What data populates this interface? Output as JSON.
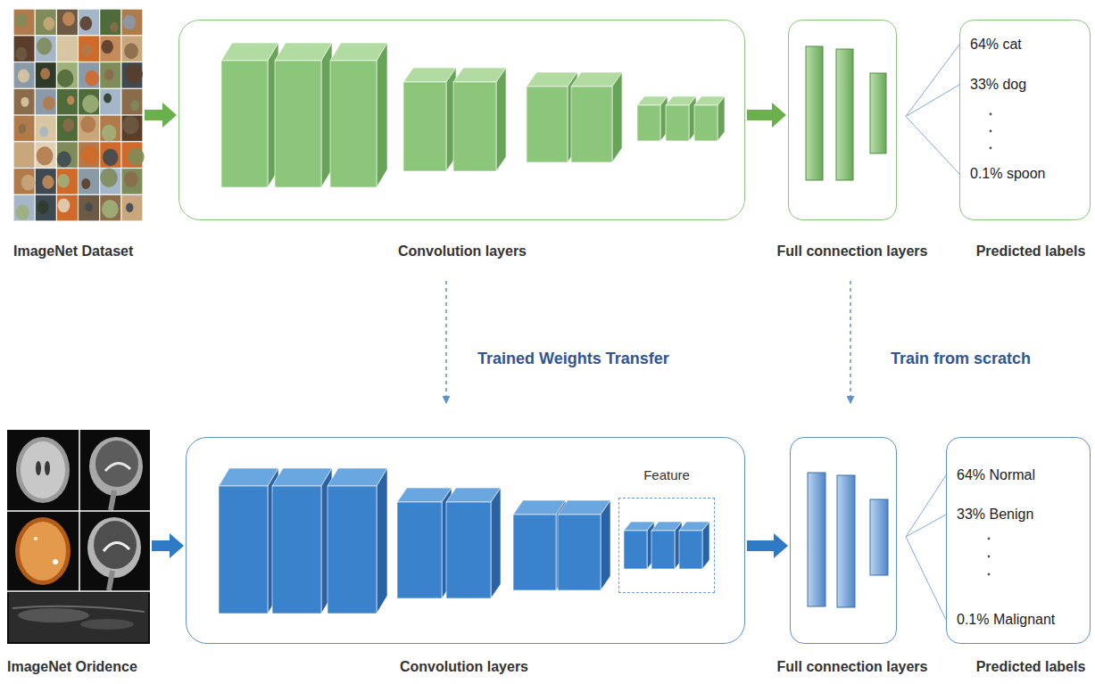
{
  "diagram": {
    "nodes": [
      {
        "text": [
          "ImageNet Dataset"
        ]
      },
      {
        "text": [
          "Convolution layers"
        ]
      },
      {
        "text": [
          "Full connection layers"
        ]
      },
      {
        "text": [
          "64% cat",
          "33% dog",
          "0.1% spoon",
          "Predicted labels"
        ]
      },
      {
        "text": [
          "ImageNet Oridence"
        ]
      },
      {
        "text": [
          "Convolution layers"
        ]
      },
      {
        "text": [
          "Feature"
        ],
        "in": 5
      },
      {
        "text": [
          "Full connection layers"
        ]
      },
      {
        "text": [
          "64% Normal",
          "33% Benign",
          "0.1% Malignant",
          "Predicted labels"
        ]
      }
    ],
    "edges": [
      {
        "from": 0,
        "to": 1,
        "arrow": "to"
      },
      {
        "from": 1,
        "to": 2,
        "arrow": "to"
      },
      {
        "from": 2,
        "to": 3,
        "arrow": "none"
      },
      {
        "from": 2,
        "to": 3,
        "arrow": "none"
      },
      {
        "from": 2,
        "to": 3,
        "arrow": "none"
      },
      {
        "from": 1,
        "to": 5,
        "label": "Trained Weights Transfer",
        "arrow": "to"
      },
      {
        "from": 2,
        "to": 7,
        "label": "Train from scratch",
        "arrow": "to"
      },
      {
        "from": 4,
        "to": 5,
        "arrow": "to"
      },
      {
        "from": 5,
        "to": 7,
        "arrow": "to"
      },
      {
        "from": 7,
        "to": 8,
        "arrow": "none"
      },
      {
        "from": 7,
        "to": 8,
        "arrow": "none"
      },
      {
        "from": 7,
        "to": 8,
        "arrow": "none"
      }
    ]
  }
}
